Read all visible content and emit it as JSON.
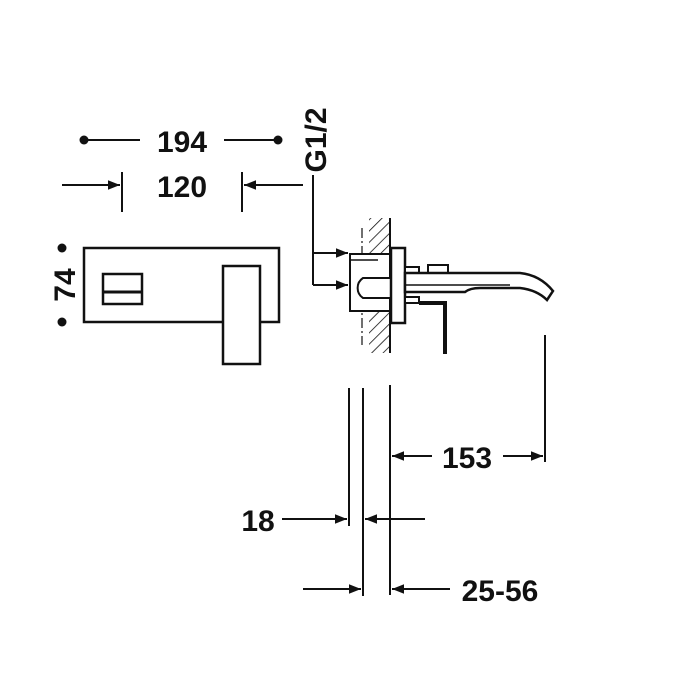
{
  "drawing": {
    "title": "Wall-mounted basin mixer dimension drawing",
    "stroke_color": "#111111",
    "background": "#ffffff",
    "units": "mm"
  },
  "dimensions": {
    "overall_width": "194",
    "plate_width": "120",
    "plate_height": "74",
    "connection": "G1/2",
    "spout_projection": "153",
    "plate_thickness": "18",
    "wall_depth_range": "25-56"
  }
}
